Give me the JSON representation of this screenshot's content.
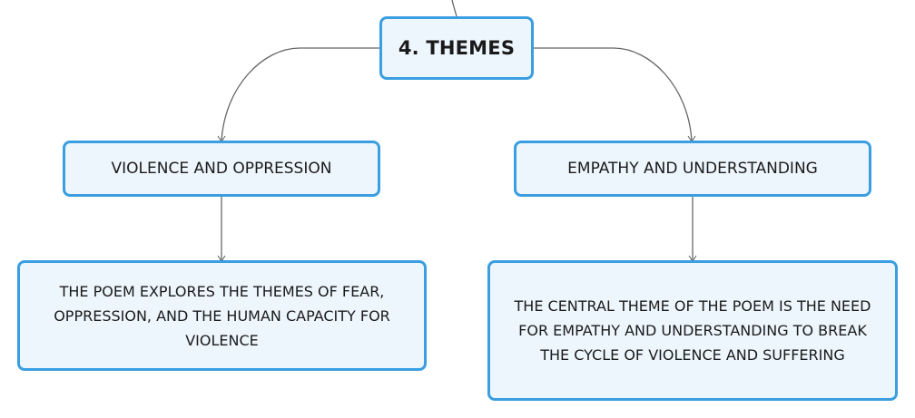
{
  "colors": {
    "node_border": "#3a9ee0",
    "node_fill": "#eef6fd",
    "connector": "#666666",
    "text": "#1a1a1a"
  },
  "mindmap": {
    "root": {
      "label": "4. THEMES"
    },
    "branches": [
      {
        "label": "VIOLENCE AND OPPRESSION",
        "detail": "THE POEM EXPLORES THE THEMES OF FEAR, OPPRESSION, AND THE HUMAN CAPACITY FOR VIOLENCE"
      },
      {
        "label": "EMPATHY AND UNDERSTANDING",
        "detail": "THE CENTRAL THEME OF THE POEM IS THE NEED FOR EMPATHY AND UNDERSTANDING TO BREAK THE CYCLE OF VIOLENCE AND SUFFERING"
      }
    ]
  }
}
